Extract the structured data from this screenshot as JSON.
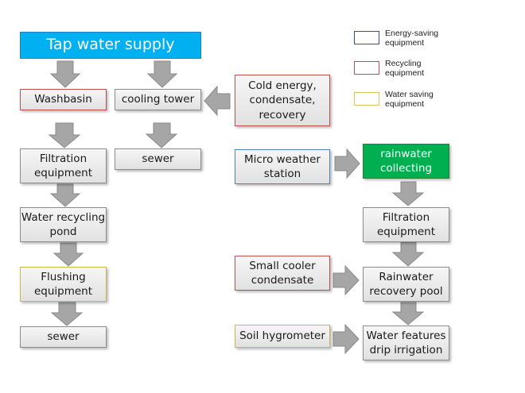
{
  "legend": {
    "energy": {
      "label": "Energy-saving\nequipment",
      "color": "#2e4db5"
    },
    "recycle": {
      "label": "Recycling\nequipment",
      "color": "#c0504d"
    },
    "water": {
      "label": "Water saving\nequipment",
      "color": "#d4c45a"
    }
  },
  "nodes": {
    "tap_water": "Tap water supply",
    "washbasin": "Washbasin",
    "cooling_tower": "cooling tower",
    "cold_energy": "Cold energy,\ncondensate,\nrecovery",
    "filtration_left": "Filtration\nequipment",
    "sewer_right_top": "sewer",
    "water_recycling_pond": "Water recycling\npond",
    "flushing": "Flushing\nequipment",
    "sewer_bottom": "sewer",
    "micro_weather": "Micro weather\nstation",
    "rainwater_collecting": "rainwater\ncollecting",
    "filtration_right": "Filtration\nequipment",
    "small_cooler": "Small cooler\ncondensate",
    "rainwater_pool": "Rainwater\nrecovery pool",
    "soil_hygrometer": "Soil hygrometer",
    "water_features": "Water features\ndrip irrigation"
  },
  "colors": {
    "tap_fill": "#00b0f0",
    "rain_fill": "#00b050",
    "arrow_fill": "#a6a6a6"
  }
}
